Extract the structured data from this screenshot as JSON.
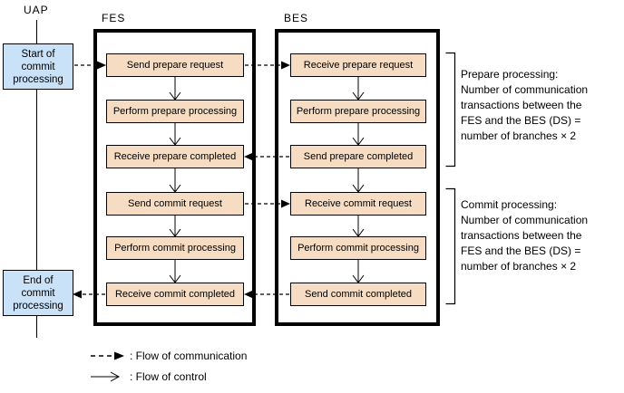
{
  "uap": {
    "label": "UAP"
  },
  "start_box": {
    "text": "Start of\ncommit\nprocessing"
  },
  "end_box": {
    "text": "End of\ncommit\nprocessing"
  },
  "fes": {
    "label": "FES",
    "steps": [
      "Send prepare request",
      "Perform prepare processing",
      "Receive prepare completed",
      "Send commit request",
      "Perform commit processing",
      "Receive commit completed"
    ]
  },
  "bes": {
    "label": "BES",
    "steps": [
      "Receive prepare request",
      "Perform prepare processing",
      "Send prepare completed",
      "Receive commit request",
      "Perform commit processing",
      "Send commit completed"
    ]
  },
  "annotations": {
    "prepare": "Prepare processing:\nNumber of communication\ntransactions between the\nFES and the BES (DS) =\nnumber of branches × 2",
    "commit": "Commit processing:\nNumber of communication\ntransactions between the\nFES and the BES (DS) =\nnumber of branches × 2"
  },
  "legend": {
    "communication": ": Flow of communication",
    "control": ": Flow of control"
  },
  "colors": {
    "step_fill": "#F5DCC3",
    "terminal_fill": "#C9E2F8",
    "line": "#000000"
  }
}
